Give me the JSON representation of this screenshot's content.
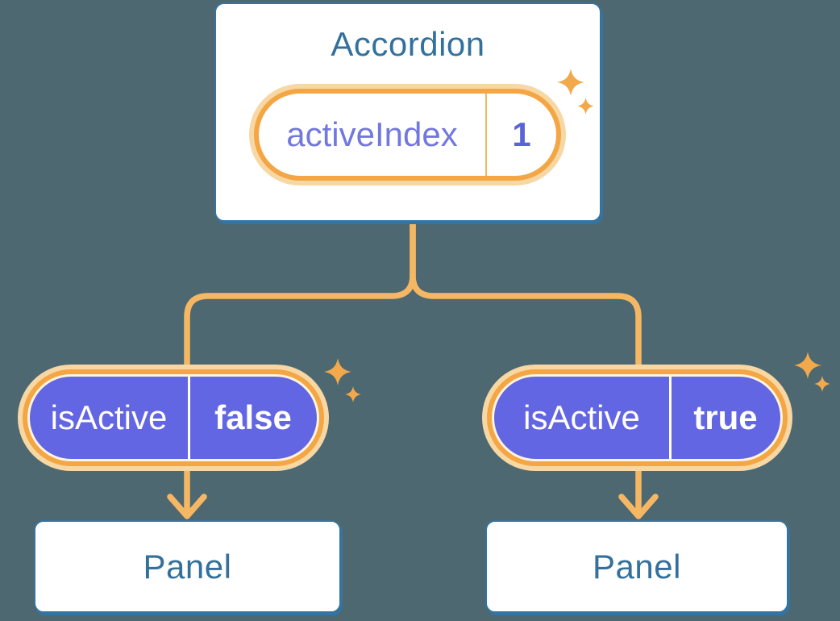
{
  "background_color": "#4D6870",
  "colors": {
    "card_background": "#FFFFFF",
    "card_border_blue": "#3573A0",
    "heading_text_blue": "#33719C",
    "connector_orange": "#F5B763",
    "pill_ring_orange": "#F3A643",
    "pill_halo_peach": "#F7D7A3",
    "pill_inner_cream": "#FFF4DE",
    "pill_purple": "#6366E2",
    "pill_text_white": "#FFFFFF",
    "state_label_indigo": "#7378DE",
    "state_value_indigo": "#5A63D7"
  },
  "accordion": {
    "title": "Accordion",
    "state_pill": {
      "label": "activeIndex",
      "value": "1"
    }
  },
  "left_branch": {
    "prop_pill": {
      "label": "isActive",
      "value": "false"
    },
    "panel": {
      "title": "Panel"
    }
  },
  "right_branch": {
    "prop_pill": {
      "label": "isActive",
      "value": "true"
    },
    "panel": {
      "title": "Panel"
    }
  },
  "icons": {
    "sparkle": "sparkle-icon",
    "arrow": "arrow-down-icon"
  }
}
